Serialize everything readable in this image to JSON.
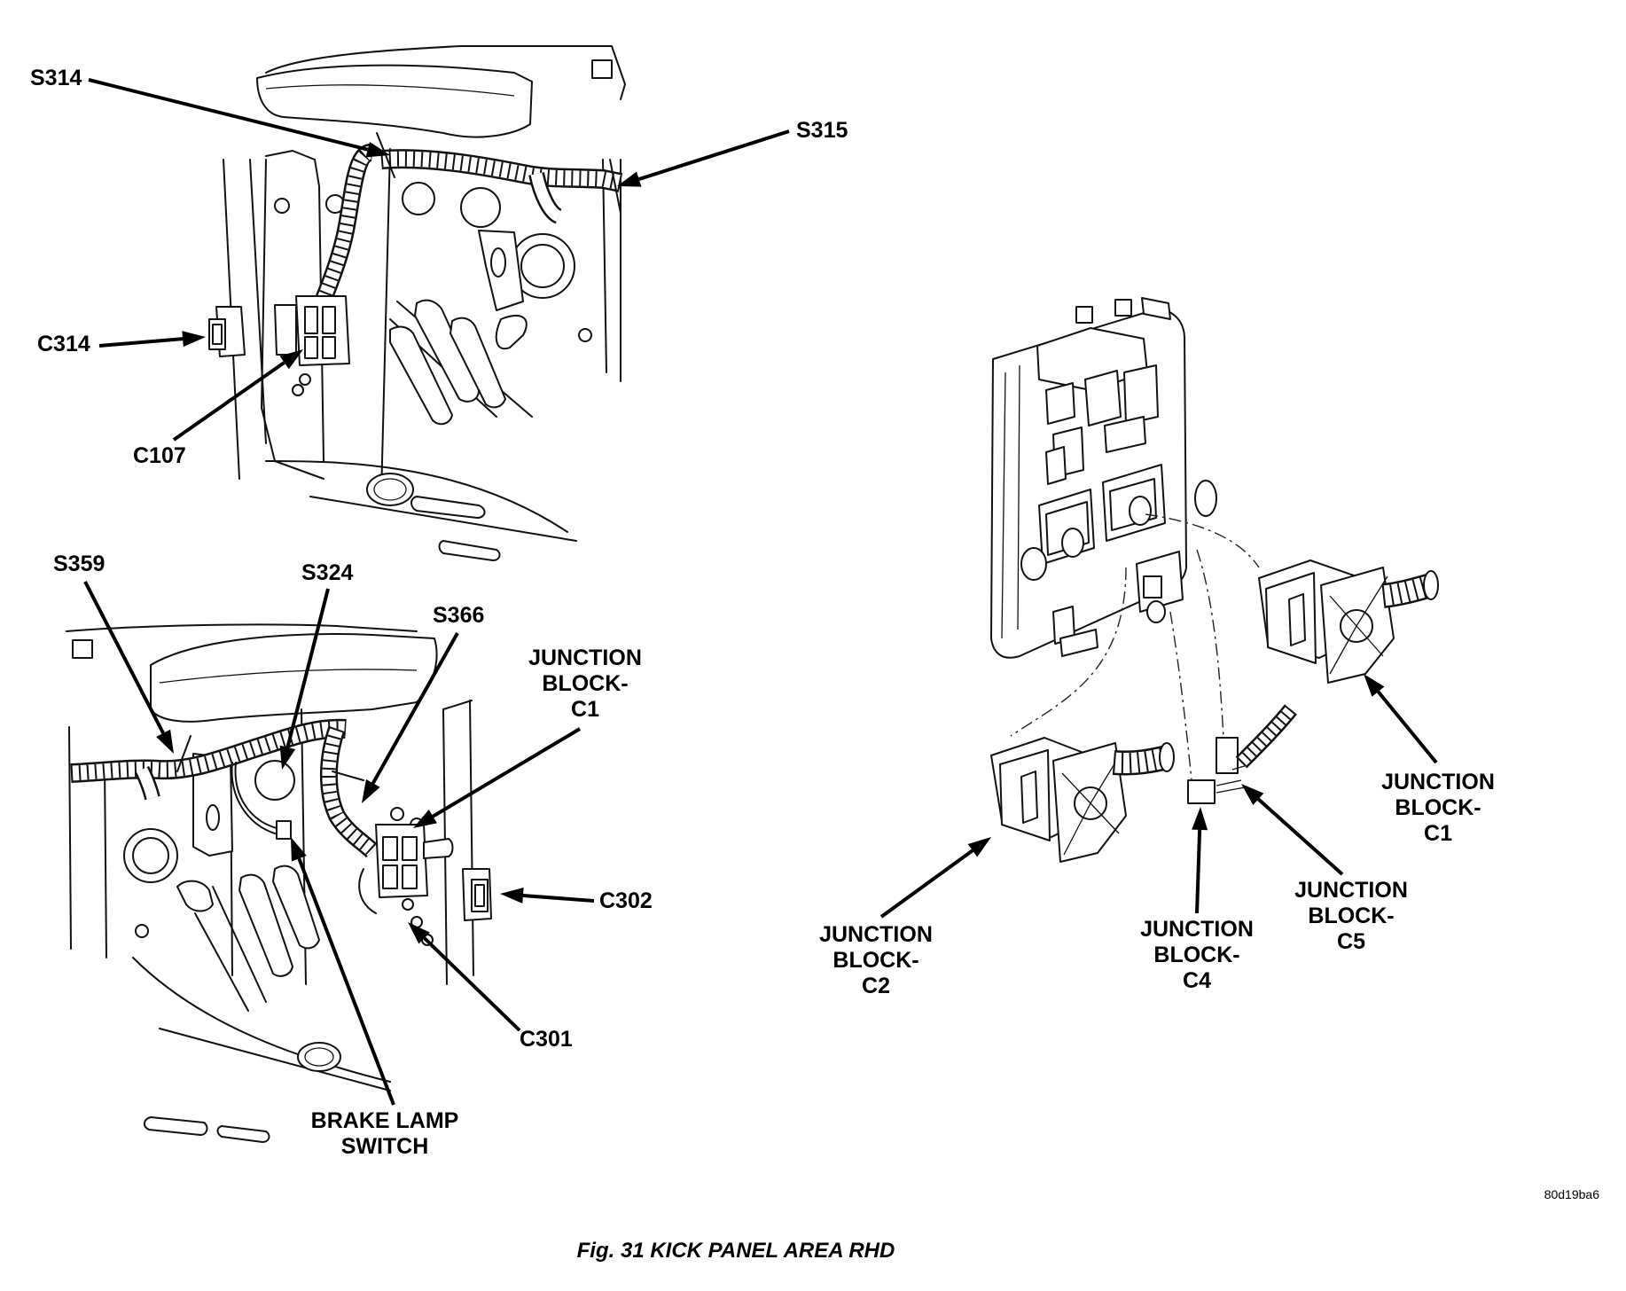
{
  "figure": {
    "caption": "Fig. 31 KICK PANEL AREA RHD",
    "image_code": "80d19ba6"
  },
  "callouts": [
    {
      "id": "s314",
      "lines": [
        "S314"
      ]
    },
    {
      "id": "s315",
      "lines": [
        "S315"
      ]
    },
    {
      "id": "c314",
      "lines": [
        "C314"
      ]
    },
    {
      "id": "c107",
      "lines": [
        "C107"
      ]
    },
    {
      "id": "s359",
      "lines": [
        "S359"
      ]
    },
    {
      "id": "s324",
      "lines": [
        "S324"
      ]
    },
    {
      "id": "s366",
      "lines": [
        "S366"
      ]
    },
    {
      "id": "jb-c1-left",
      "lines": [
        "JUNCTION",
        "BLOCK-",
        "C1"
      ]
    },
    {
      "id": "c302",
      "lines": [
        "C302"
      ]
    },
    {
      "id": "c301",
      "lines": [
        "C301"
      ]
    },
    {
      "id": "brake-lamp-switch",
      "lines": [
        "BRAKE LAMP",
        "SWITCH"
      ]
    },
    {
      "id": "jb-c1-right",
      "lines": [
        "JUNCTION",
        "BLOCK-",
        "C1"
      ]
    },
    {
      "id": "jb-c2",
      "lines": [
        "JUNCTION",
        "BLOCK-",
        "C2"
      ]
    },
    {
      "id": "jb-c4",
      "lines": [
        "JUNCTION",
        "BLOCK-",
        "C4"
      ]
    },
    {
      "id": "jb-c5",
      "lines": [
        "JUNCTION",
        "BLOCK-",
        "C5"
      ]
    }
  ]
}
